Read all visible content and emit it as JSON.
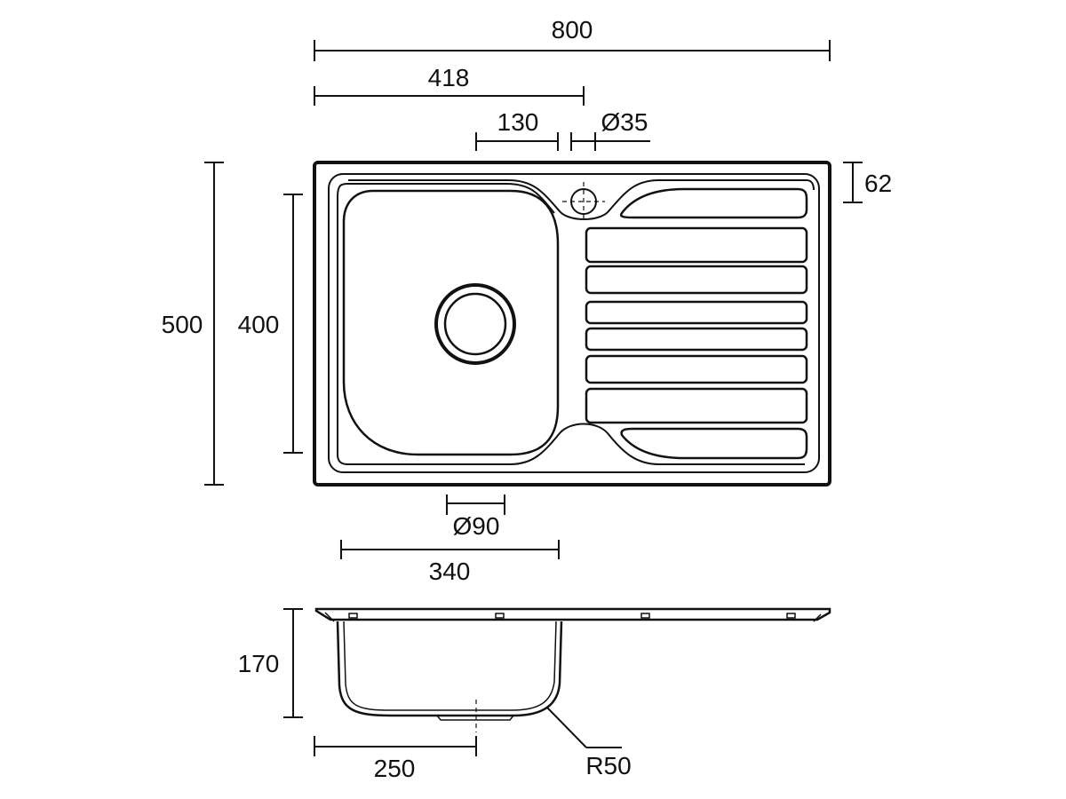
{
  "dimensions": {
    "overall_width": "800",
    "tap_hole_offset": "418",
    "tap_spacing": "130",
    "tap_hole_diameter": "Ø35",
    "rim_depth": "62",
    "overall_depth": "500",
    "bowl_depth": "400",
    "waste_diameter": "Ø90",
    "bowl_width": "340",
    "bowl_height": "170",
    "waste_offset": "250",
    "corner_radius": "R50"
  },
  "colors": {
    "line": "#111111",
    "background": "#ffffff"
  }
}
